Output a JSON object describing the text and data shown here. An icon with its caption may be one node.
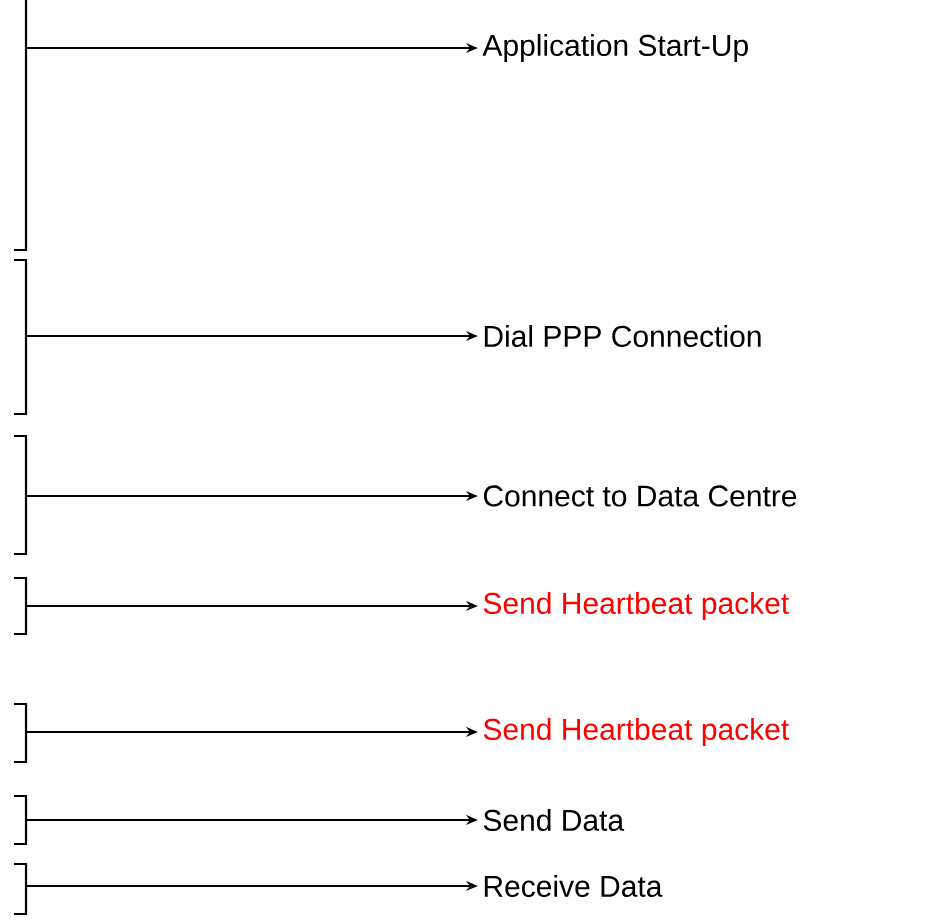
{
  "diagram": {
    "nodes": [
      {
        "text": [],
        "shape": "bracket"
      },
      {
        "text": [
          "Application Start-Up"
        ]
      },
      {
        "text": [],
        "shape": "bracket"
      },
      {
        "text": [
          "Dial PPP Connection"
        ]
      },
      {
        "text": [],
        "shape": "bracket"
      },
      {
        "text": [
          "Connect to Data Centre"
        ]
      },
      {
        "text": [],
        "shape": "bracket"
      },
      {
        "text": [
          "Send Heartbeat packet"
        ]
      },
      {
        "text": [],
        "shape": "bracket"
      },
      {
        "text": [
          "Send Heartbeat packet"
        ]
      },
      {
        "text": [],
        "shape": "bracket"
      },
      {
        "text": [
          "Send Data"
        ]
      },
      {
        "text": [],
        "shape": "bracket"
      },
      {
        "text": [
          "Receive Data"
        ]
      }
    ],
    "edges": [
      {
        "from": 0,
        "to": 1,
        "arrow": "to"
      },
      {
        "from": 2,
        "to": 3,
        "arrow": "to"
      },
      {
        "from": 4,
        "to": 5,
        "arrow": "to"
      },
      {
        "from": 6,
        "to": 7,
        "arrow": "to"
      },
      {
        "from": 8,
        "to": 9,
        "arrow": "to"
      },
      {
        "from": 10,
        "to": 11,
        "arrow": "to"
      },
      {
        "from": 12,
        "to": 13,
        "arrow": "to"
      }
    ]
  }
}
